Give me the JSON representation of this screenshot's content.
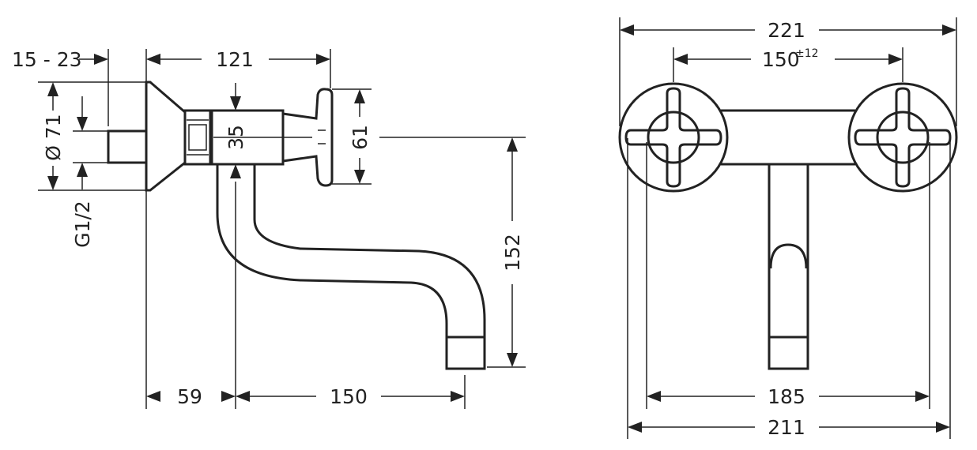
{
  "dimensions": {
    "side_view": {
      "wall_gap": "15 - 23",
      "depth_to_handle": "121",
      "diameter": "Ø 71",
      "thread": "G1/2",
      "body_height": "35",
      "handle_height": "61",
      "spout_height": "152",
      "wall_to_spout_axis": "59",
      "spout_reach": "150"
    },
    "front_view": {
      "overall_width": "221",
      "center_distance": "150",
      "center_tolerance": "±12",
      "inner_width": "185",
      "outer_width": "211"
    }
  },
  "colors": {
    "line": "#222222",
    "background": "#ffffff"
  }
}
